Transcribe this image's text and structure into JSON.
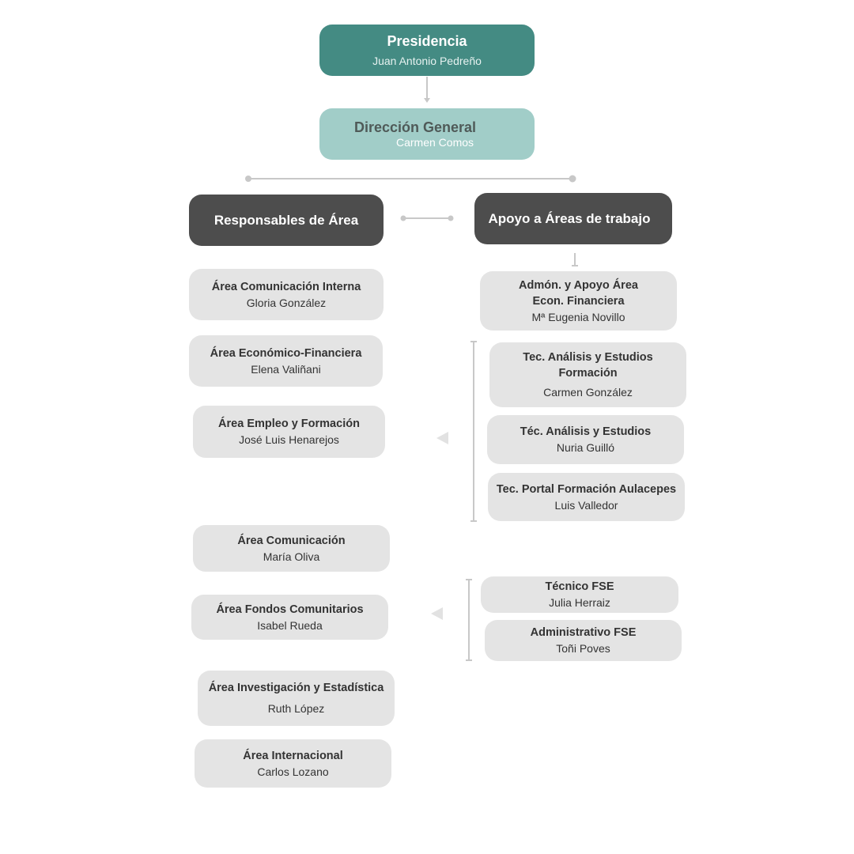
{
  "top": {
    "presidencia": {
      "title": "Presidencia",
      "name": "Juan Antonio Pedreño"
    },
    "direccion": {
      "title": "Dirección General",
      "name": "Carmen Comos"
    }
  },
  "columns": {
    "left_header": "Responsables de Área",
    "right_header": "Apoyo a Áreas de trabajo"
  },
  "areas": [
    {
      "title": "Área Comunicación Interna",
      "name": "Gloria González"
    },
    {
      "title": "Área Económico-Financiera",
      "name": "Elena Valiñani"
    },
    {
      "title": "Área Empleo y Formación",
      "name": "José Luis Henarejos"
    },
    {
      "title": "Área Comunicación",
      "name": "María Oliva"
    },
    {
      "title": "Área Fondos Comunitarios",
      "name": "Isabel Rueda"
    },
    {
      "title": "Área Investigación y Estadística",
      "name": "Ruth López"
    },
    {
      "title": "Área Internacional",
      "name": "Carlos Lozano"
    }
  ],
  "support": [
    {
      "title": "Admón. y Apoyo Área Econ. Financiera",
      "name": "Mª Eugenia Novillo"
    },
    {
      "title": "Tec.  Análisis y Estudios Formación",
      "name": "Carmen González"
    },
    {
      "title": "Téc. Análisis y Estudios",
      "name": "Nuria Guilló"
    },
    {
      "title": "Tec. Portal Formación Aulacepes",
      "name": "Luis Valledor"
    },
    {
      "title": "Técnico FSE",
      "name": "Julia Herraiz"
    },
    {
      "title": "Administrativo FSE",
      "name": "Toñi Poves"
    }
  ],
  "colors": {
    "teal": "#448b83",
    "mint": "#a1cdc8",
    "dark": "#4d4d4d",
    "light": "#e4e4e4",
    "connector": "#c8c8c8"
  }
}
